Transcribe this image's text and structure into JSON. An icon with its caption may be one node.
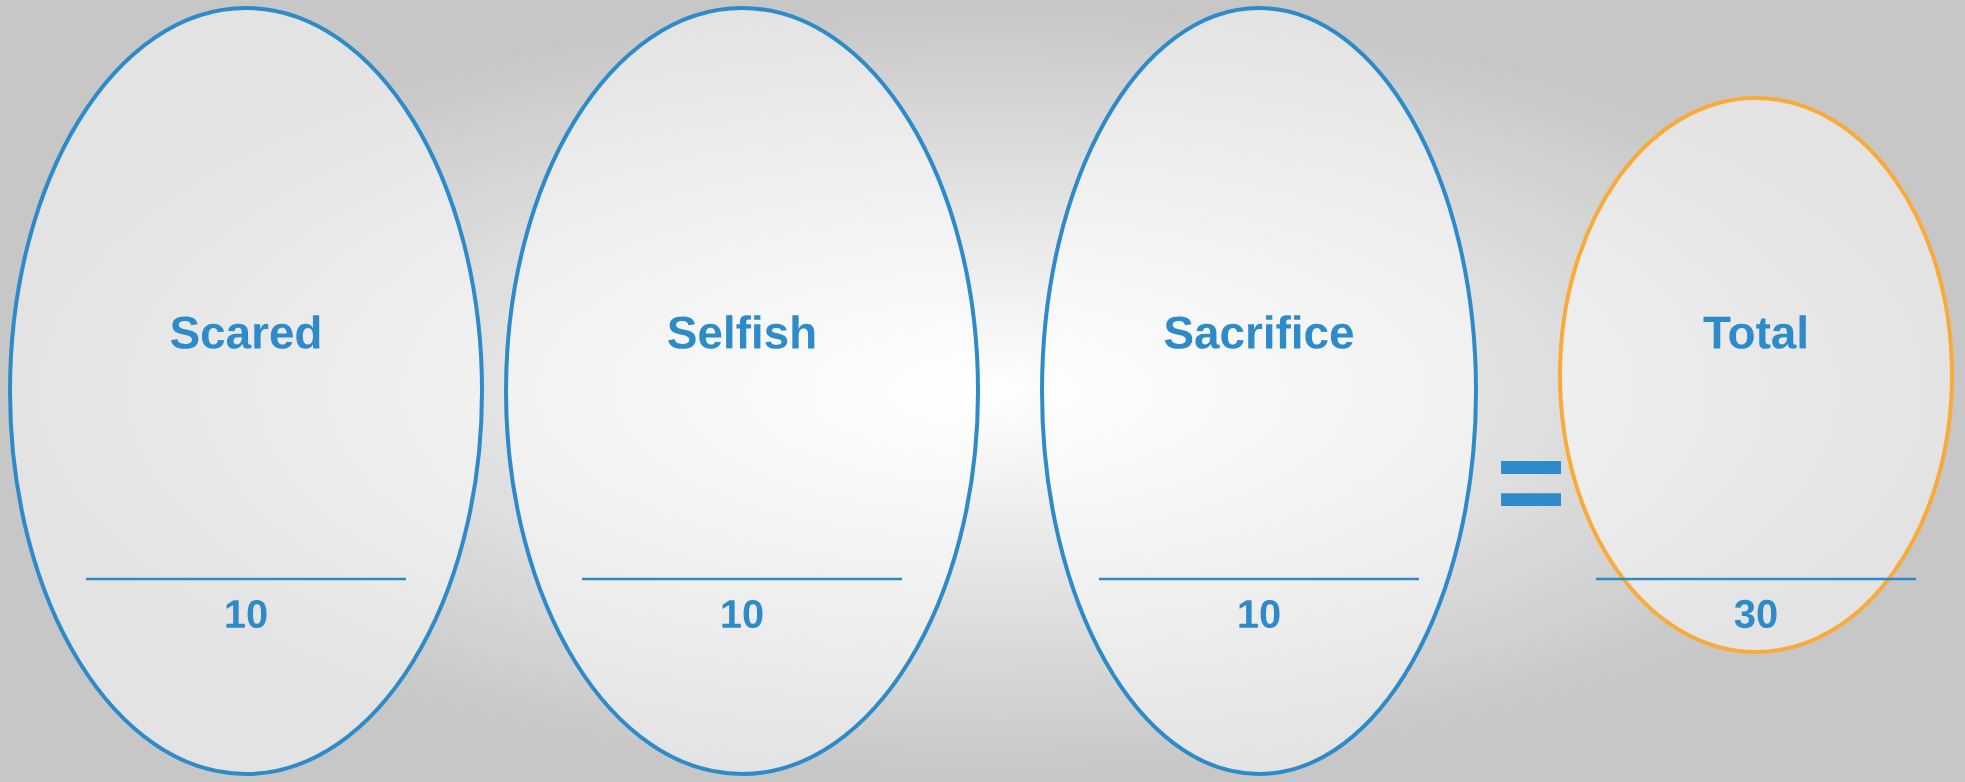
{
  "diagram": {
    "nodes": [
      {
        "text": [
          "Scared",
          "10"
        ]
      },
      {
        "text": [
          "Selfish",
          "10"
        ]
      },
      {
        "text": [
          "Sacrifice",
          "10"
        ]
      },
      {
        "text": [
          "Total",
          "30"
        ]
      }
    ],
    "labels": [
      "="
    ]
  }
}
